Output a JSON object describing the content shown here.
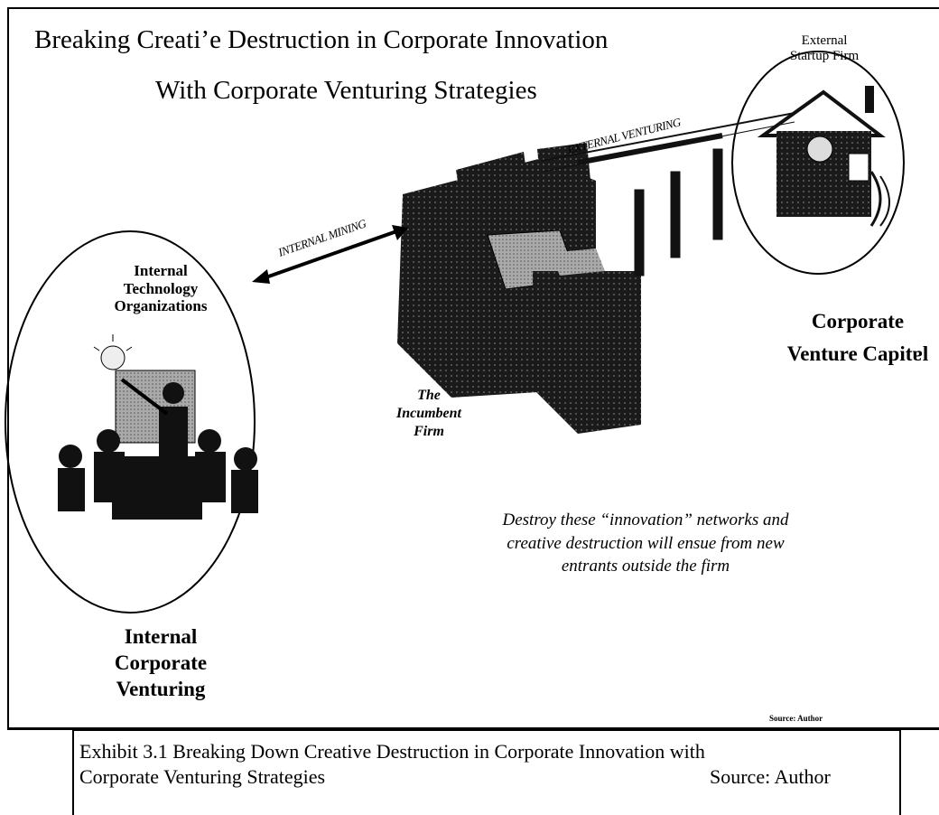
{
  "title_line1": "Breaking Creati’e Destruction in Corporate Innovation",
  "title_line2": "With Corporate Venturing Strategies",
  "left_circle": {
    "label": "Internal Technology Organizations",
    "label_lines": [
      "Internal",
      "Technology",
      "Organizations"
    ],
    "bottom_label_lines": [
      "Internal",
      "Corporate",
      "Venturing"
    ]
  },
  "right_circle": {
    "label_lines": [
      "External",
      "Startup Firm"
    ],
    "bottom_label_lines": [
      "Corporate",
      "Venture Capitɐl"
    ]
  },
  "center": {
    "label_lines": [
      "The",
      "Incumbent",
      "Firm"
    ]
  },
  "arrows": {
    "internal": "INTERNAL MINING",
    "external": "EXTERNAL VENTURING"
  },
  "note_lines": [
    "Destroy these “innovation” networks and",
    "creative destruction will ensue from new",
    "entrants outside the firm"
  ],
  "source_small": "Source:  Author",
  "caption": {
    "line1": "Exhibit 3.1  Breaking Down Creative Destruction in Corporate Innovation with",
    "line2": "Corporate Venturing Strategies",
    "source": "Source:  Author"
  }
}
